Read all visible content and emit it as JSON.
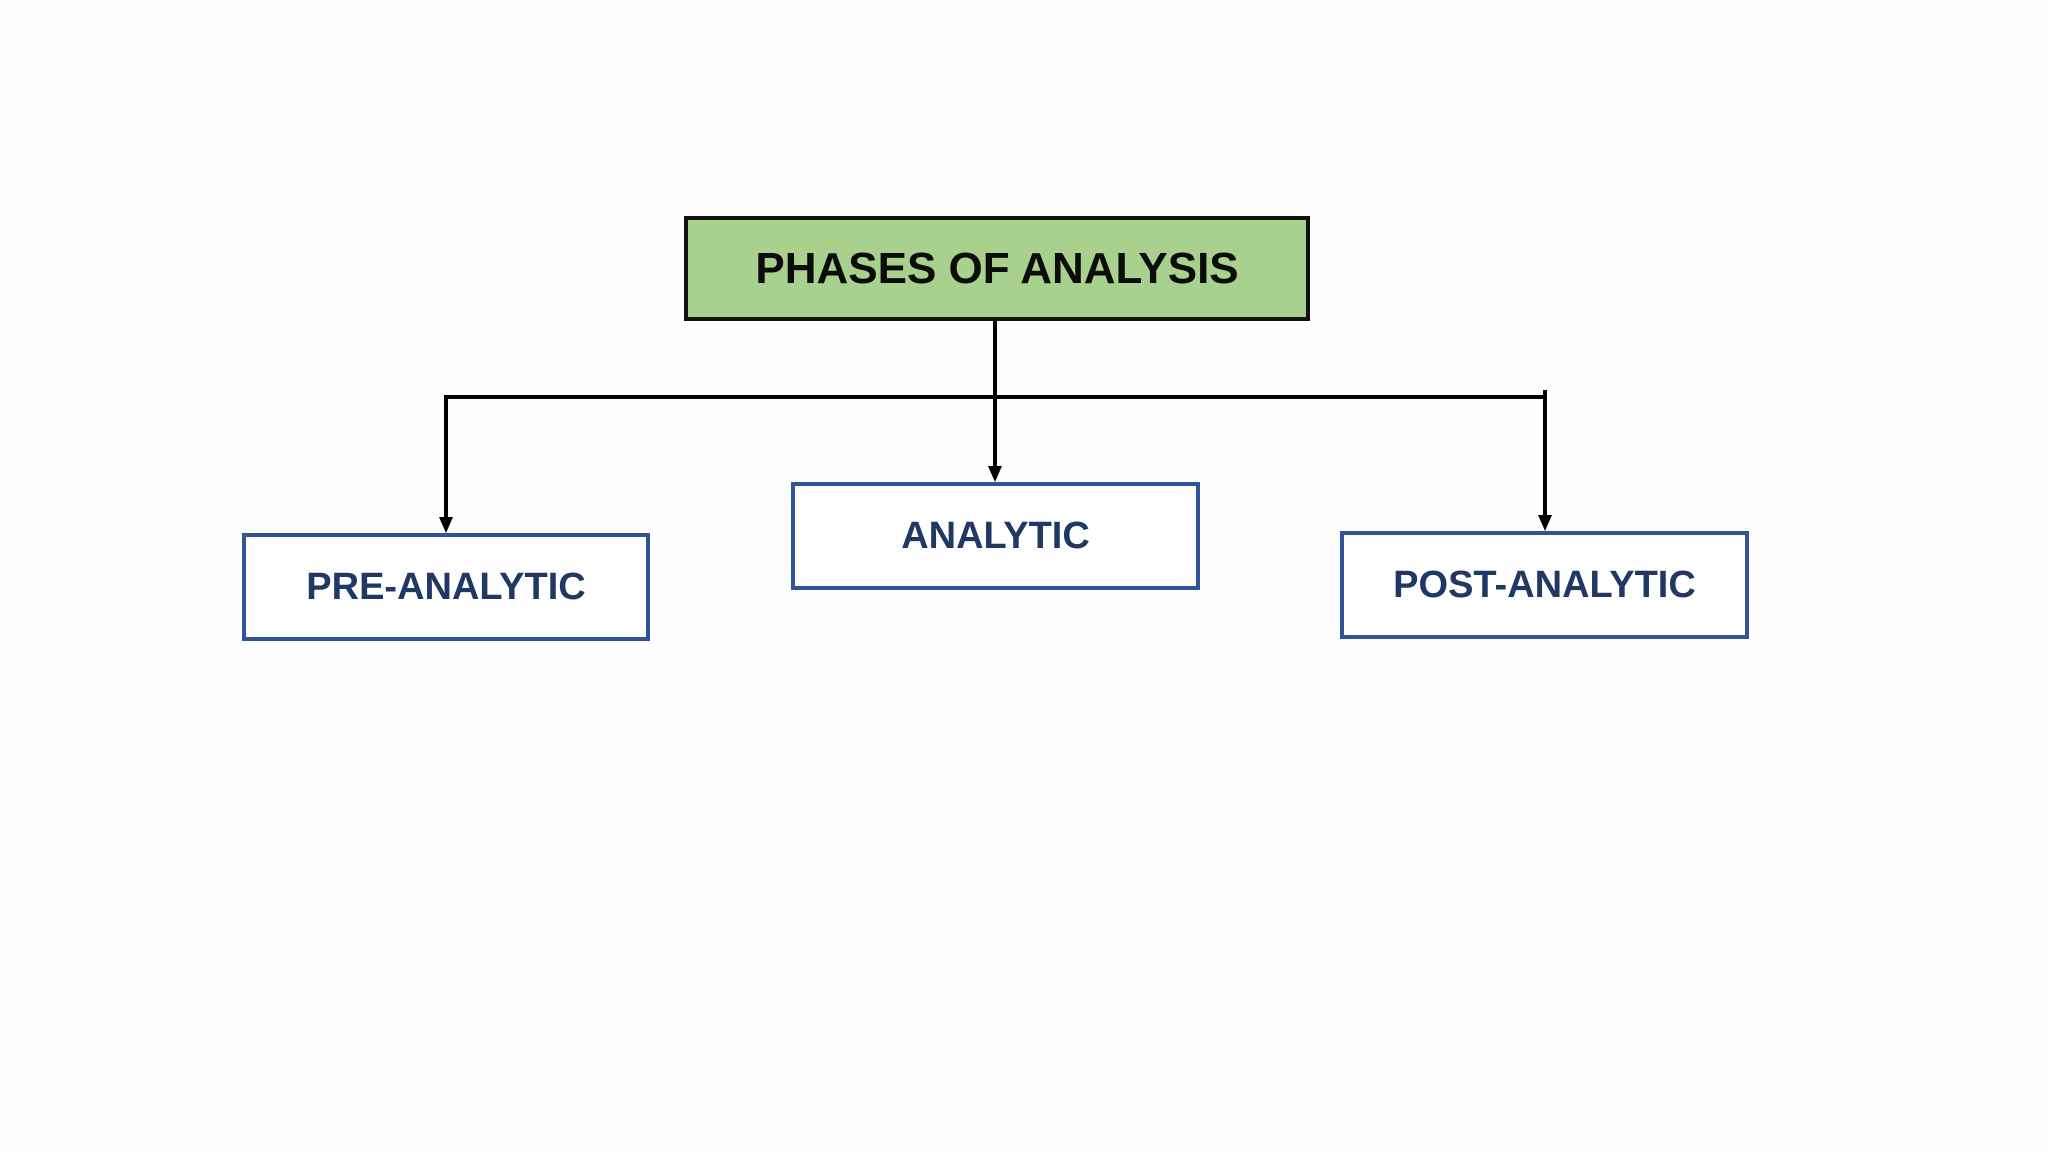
{
  "diagram": {
    "root": {
      "label": "PHASES OF ANALYSIS"
    },
    "children": [
      {
        "label": "PRE-ANALYTIC"
      },
      {
        "label": "ANALYTIC"
      },
      {
        "label": "POST-ANALYTIC"
      }
    ]
  },
  "colors": {
    "root_fill": "#a9d18e",
    "root_border": "#111111",
    "child_border": "#2f5597",
    "child_text": "#1f3864",
    "connector": "#000000"
  }
}
